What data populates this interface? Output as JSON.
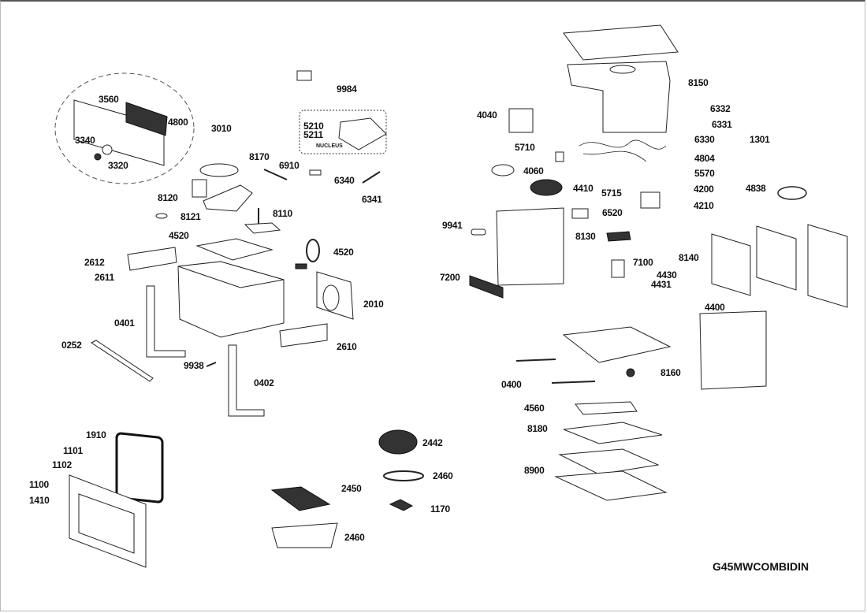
{
  "diagram": {
    "model_code": "G45MWCOMBIDIN",
    "group_note": "NUCLEUS",
    "parts": [
      {
        "id": "3560"
      },
      {
        "id": "4800"
      },
      {
        "id": "3010"
      },
      {
        "id": "3340"
      },
      {
        "id": "3320"
      },
      {
        "id": "9984"
      },
      {
        "id": "5210"
      },
      {
        "id": "5211"
      },
      {
        "id": "8170"
      },
      {
        "id": "6910"
      },
      {
        "id": "6340"
      },
      {
        "id": "6341"
      },
      {
        "id": "8120"
      },
      {
        "id": "8121"
      },
      {
        "id": "8110"
      },
      {
        "id": "4520"
      },
      {
        "id": "4520"
      },
      {
        "id": "2612"
      },
      {
        "id": "2611"
      },
      {
        "id": "2010"
      },
      {
        "id": "0401"
      },
      {
        "id": "2610"
      },
      {
        "id": "0252"
      },
      {
        "id": "9938"
      },
      {
        "id": "0402"
      },
      {
        "id": "1910"
      },
      {
        "id": "1101"
      },
      {
        "id": "1102"
      },
      {
        "id": "1100"
      },
      {
        "id": "1410"
      },
      {
        "id": "2442"
      },
      {
        "id": "2460"
      },
      {
        "id": "2450"
      },
      {
        "id": "1170"
      },
      {
        "id": "2460"
      },
      {
        "id": "8150"
      },
      {
        "id": "4040"
      },
      {
        "id": "6332"
      },
      {
        "id": "6331"
      },
      {
        "id": "6330"
      },
      {
        "id": "1301"
      },
      {
        "id": "5710"
      },
      {
        "id": "4804"
      },
      {
        "id": "4060"
      },
      {
        "id": "5570"
      },
      {
        "id": "4410"
      },
      {
        "id": "5715"
      },
      {
        "id": "4200"
      },
      {
        "id": "4838"
      },
      {
        "id": "4210"
      },
      {
        "id": "6520"
      },
      {
        "id": "9941"
      },
      {
        "id": "8130"
      },
      {
        "id": "8140"
      },
      {
        "id": "7100"
      },
      {
        "id": "7200"
      },
      {
        "id": "4430"
      },
      {
        "id": "4431"
      },
      {
        "id": "4400"
      },
      {
        "id": "8160"
      },
      {
        "id": "0400"
      },
      {
        "id": "4560"
      },
      {
        "id": "8180"
      },
      {
        "id": "8900"
      }
    ]
  }
}
